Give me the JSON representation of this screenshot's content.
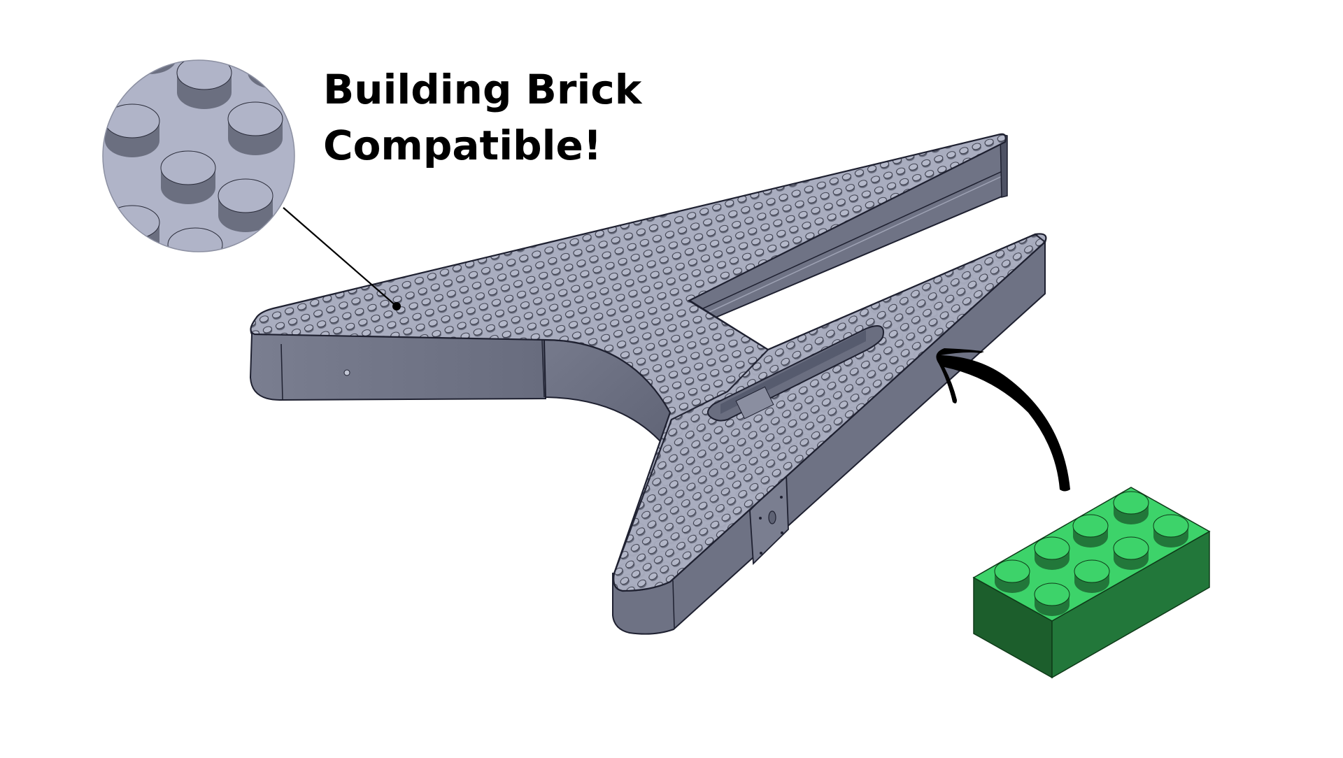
{
  "caption": {
    "line1": "Building Brick",
    "line2": "Compatible!"
  },
  "scene": {
    "background": "#ffffff",
    "stand": {
      "label": "Studded stand (CAD render)",
      "top_color": "#a6aabd",
      "side_color": "#6d7183",
      "side_dark": "#5c6072",
      "edge_color": "#1e2030",
      "stud_color": "#b3b7c8"
    },
    "magnifier": {
      "label": "Close-up of studs",
      "fill": "#b0b4c8",
      "stud_side": "#6b6f80"
    },
    "brick": {
      "label": "2x4 building brick",
      "top_color": "#3dd36a",
      "left_color": "#1c5e2c",
      "right_color": "#22773a",
      "studs": 8
    },
    "arrow": {
      "label": "Pointer arrow",
      "color": "#000000"
    }
  }
}
